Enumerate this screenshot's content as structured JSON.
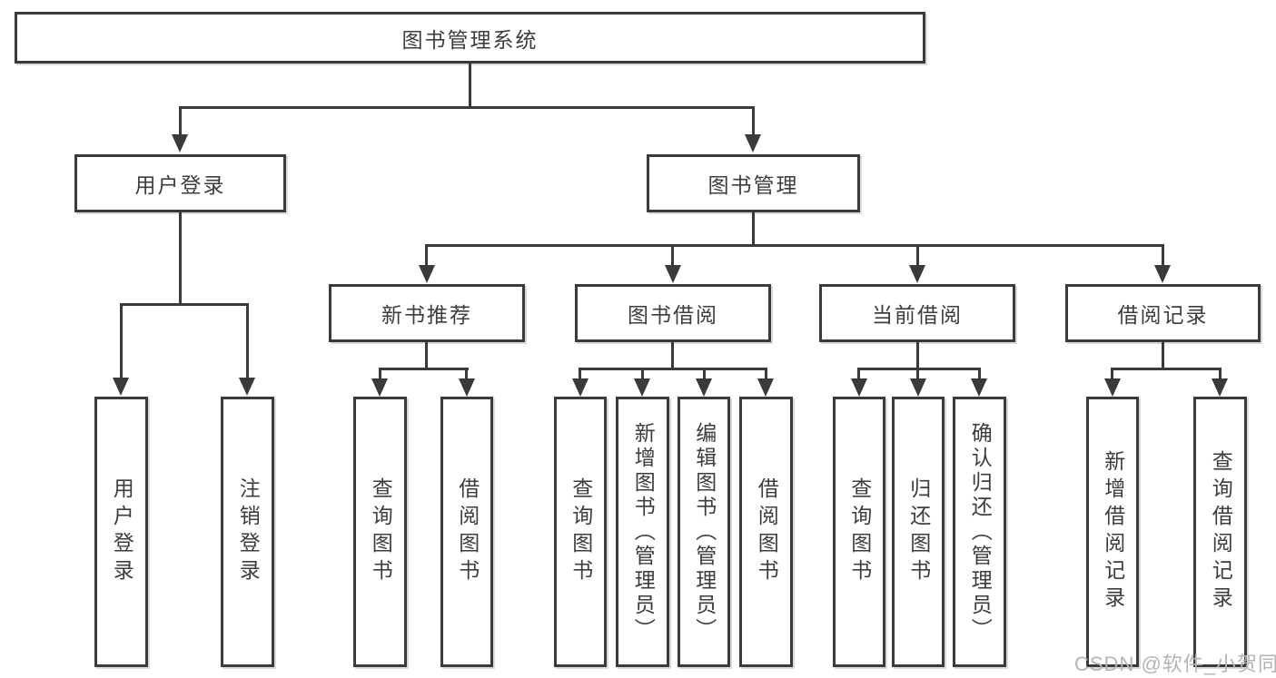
{
  "tree": {
    "root": {
      "label": "图书管理系统"
    },
    "branches": [
      {
        "label": "用户登录",
        "children": [
          {
            "label": "用户登录"
          },
          {
            "label": "注销登录"
          }
        ]
      },
      {
        "label": "图书管理",
        "children": [
          {
            "label": "新书推荐",
            "children": [
              {
                "label": "查询图书"
              },
              {
                "label": "借阅图书"
              }
            ]
          },
          {
            "label": "图书借阅",
            "children": [
              {
                "label": "查询图书"
              },
              {
                "label": "新增图书（管理员）"
              },
              {
                "label": "编辑图书（管理员）"
              },
              {
                "label": "借阅图书"
              }
            ]
          },
          {
            "label": "当前借阅",
            "children": [
              {
                "label": "查询图书"
              },
              {
                "label": "归还图书"
              },
              {
                "label": "确认归还（管理员）"
              }
            ]
          },
          {
            "label": "借阅记录",
            "children": [
              {
                "label": "新增借阅记录"
              },
              {
                "label": "查询借阅记录"
              }
            ]
          }
        ]
      }
    ]
  },
  "watermark": {
    "text": "CSDN @软件_小贺同学"
  },
  "colors": {
    "line": "#3a3a3a",
    "text": "#3d3d3d",
    "box_background": "#ffffff",
    "page_background": "#ffffff",
    "watermark": "#b4b4b4"
  }
}
